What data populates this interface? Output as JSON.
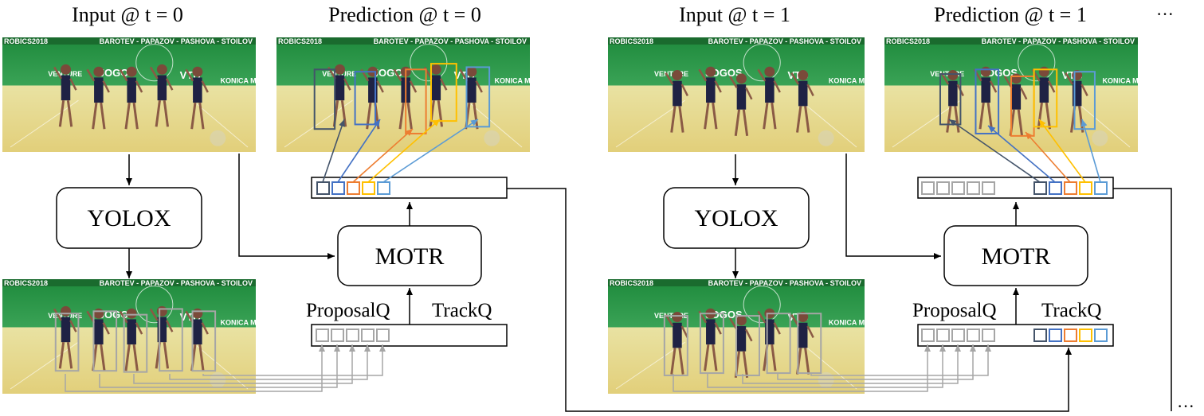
{
  "frame0": {
    "input_title": "Input @ t = 0",
    "prediction_title": "Prediction @ t = 0",
    "detector_label": "YOLOX",
    "tracker_label": "MOTR",
    "proposal_label": "ProposalQ",
    "track_label": "TrackQ"
  },
  "frame1": {
    "input_title": "Input @ t = 1",
    "prediction_title": "Prediction @ t = 1",
    "detector_label": "YOLOX",
    "tracker_label": "MOTR",
    "proposal_label": "ProposalQ",
    "track_label": "TrackQ"
  },
  "continuation_top": "···",
  "continuation_bottom": "···",
  "scene_text": {
    "banner": "BAROTEV - PAPAZOV - PASHOVA - STOILOV",
    "event": "ROBICS2018",
    "sponsor1": "JOGOS",
    "sponsor2": "VENTURE",
    "sponsor3": "VTB",
    "sponsor4": "KONICA MINOLTA"
  },
  "colors": {
    "track_ids": [
      "#44546a",
      "#4472c4",
      "#ed7d31",
      "#ffc000",
      "#5b9bd5"
    ],
    "proposal": "#a6a6a6",
    "arrow": "#000000"
  },
  "icons": {
    "arrow": "arrow-icon"
  }
}
